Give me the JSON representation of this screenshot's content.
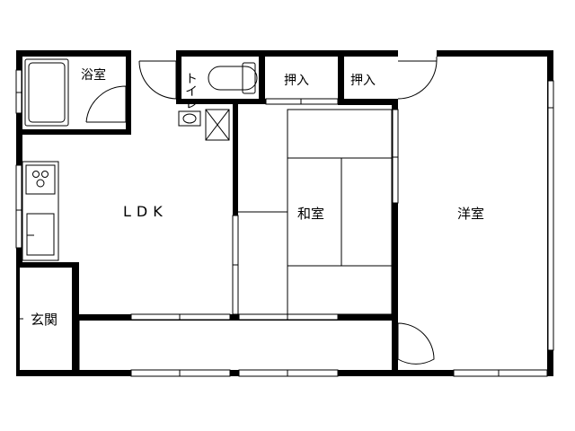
{
  "rooms": {
    "bath": "浴室",
    "toilet": "トイレ",
    "closet_1": "押入",
    "closet_2": "押入",
    "ldk": "LDK",
    "washitsu": "和室",
    "youshitsu": "洋室",
    "entrance": "玄関"
  },
  "colors": {
    "wall": "#000000",
    "background": "#ffffff"
  }
}
